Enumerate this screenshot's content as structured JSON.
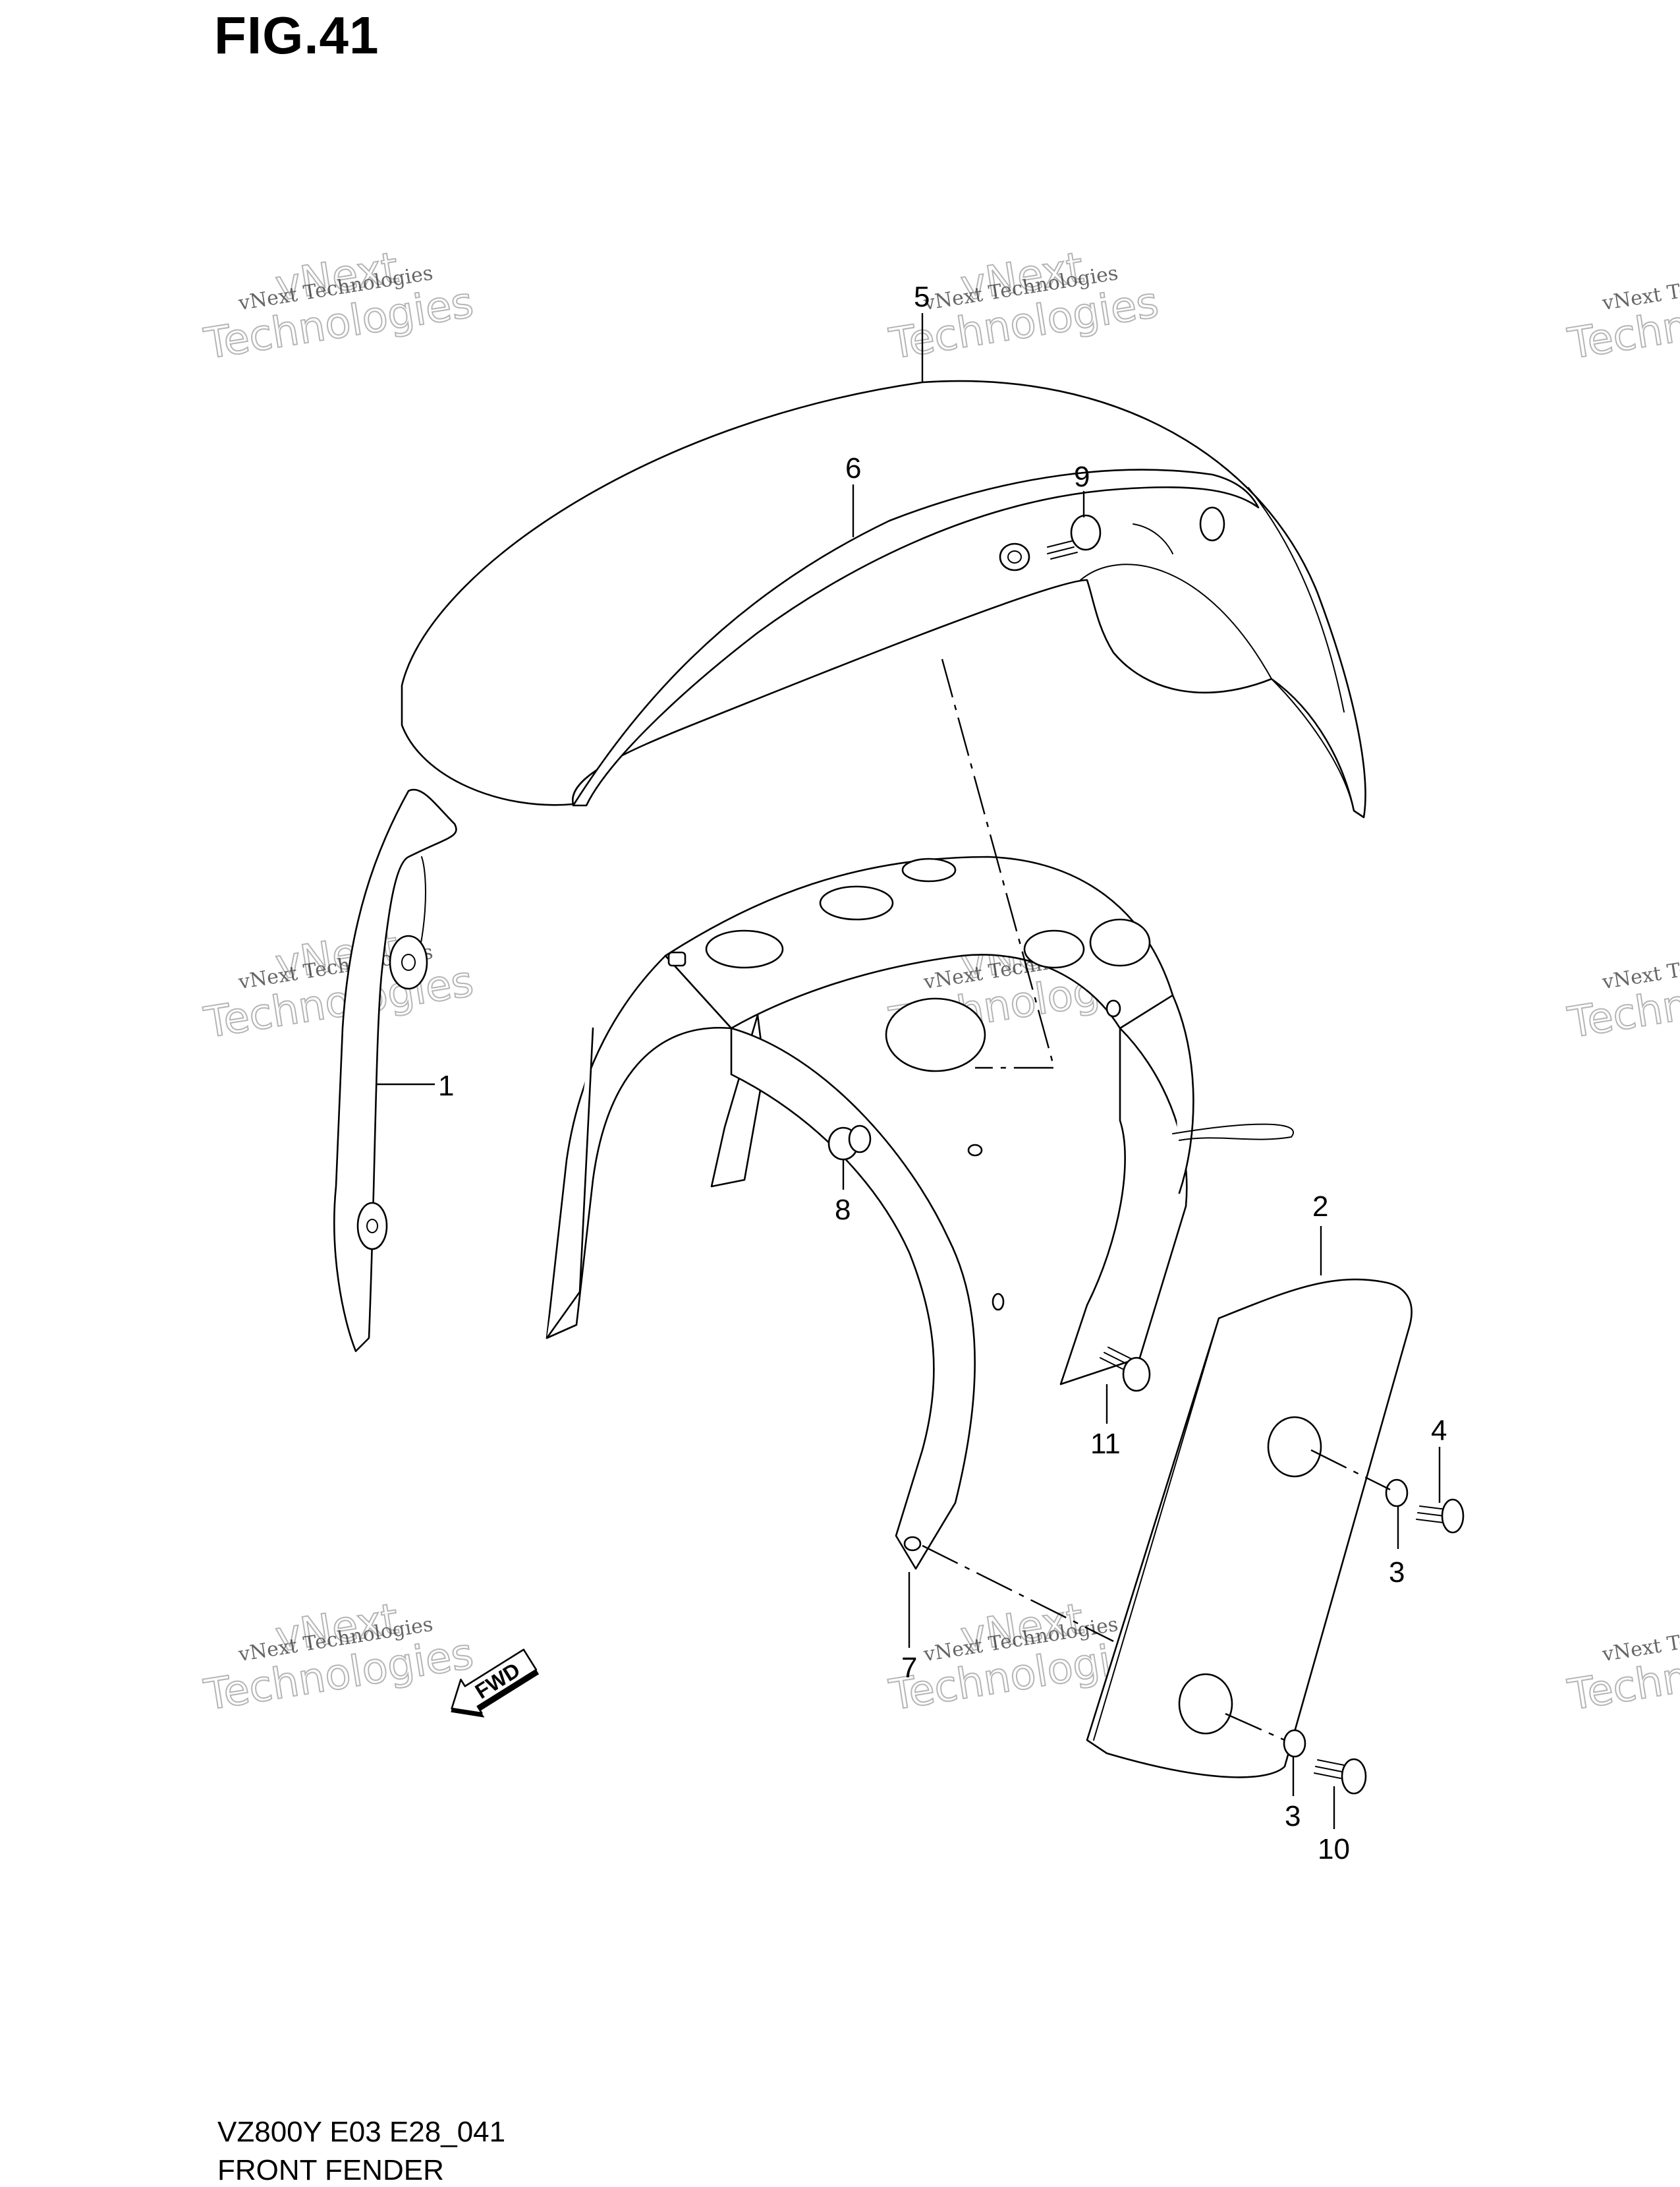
{
  "figure": {
    "title": "FIG.41",
    "code": "VZ800Y E03 E28_041",
    "name": "FRONT FENDER"
  },
  "callouts": [
    {
      "label": "1",
      "part": "front-fender-brace-left"
    },
    {
      "label": "2",
      "part": "front-fender-brace-cover-right"
    },
    {
      "label": "3",
      "part": "washer-upper"
    },
    {
      "label": "3",
      "part": "washer-lower"
    },
    {
      "label": "4",
      "part": "bolt-upper"
    },
    {
      "label": "5",
      "part": "front-fender"
    },
    {
      "label": "6",
      "part": "fender-stripe"
    },
    {
      "label": "7",
      "part": "front-fender-brace"
    },
    {
      "label": "8",
      "part": "cushion"
    },
    {
      "label": "9",
      "part": "fender-screw"
    },
    {
      "label": "10",
      "part": "bolt-lower"
    },
    {
      "label": "11",
      "part": "brace-bolt"
    }
  ],
  "direction_badge": "FWD",
  "watermark": {
    "line1": "vNext Technologies",
    "line2": "vNext",
    "line3": "Technologies"
  }
}
